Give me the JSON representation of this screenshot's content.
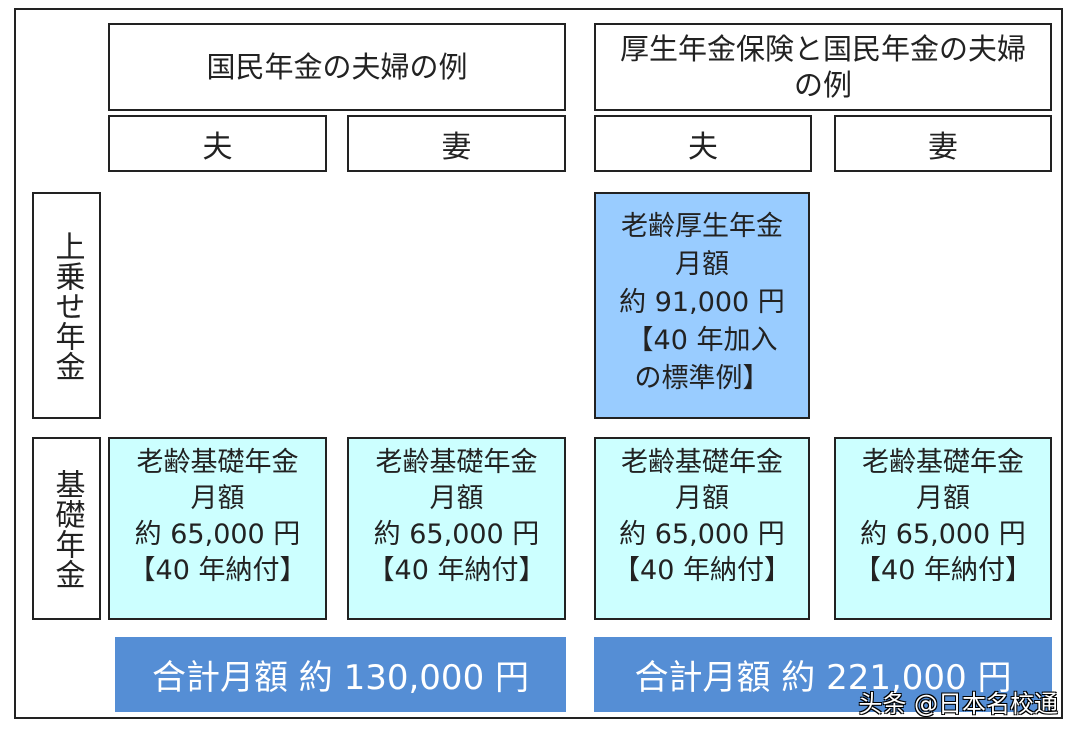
{
  "headers": {
    "national": "国民年金の夫婦の例",
    "employee": "厚生年金保険と国民年金の夫婦の例"
  },
  "columns": {
    "husband": "夫",
    "wife": "妻"
  },
  "rows": {
    "upper": "上乗せ年金",
    "basic": "基礎年金"
  },
  "employee_pension": {
    "l1": "老齢厚生年金",
    "l2": "月額",
    "l3": "約 91,000 円",
    "l4": "【40 年加入",
    "l5": "の標準例】"
  },
  "basic_pension": {
    "l1": "老齢基礎年金",
    "l2": "月額",
    "l3": "約 65,000 円",
    "l4": "【40 年納付】"
  },
  "totals": {
    "national": "合計月額 約 130,000 円",
    "employee": "合計月額 約 221,000 円"
  },
  "watermark": "头条 @日本名校通",
  "colors": {
    "blue_box": "#99ccff",
    "cyan_box": "#ccffff",
    "total_bar": "#558ed5"
  }
}
